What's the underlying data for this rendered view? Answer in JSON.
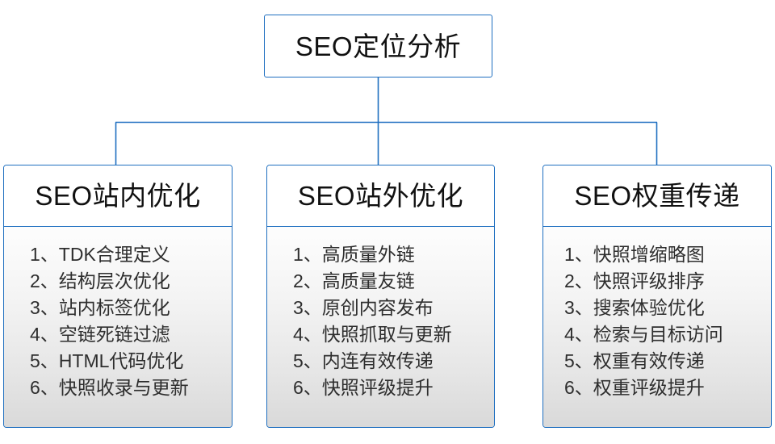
{
  "diagram": {
    "type": "org-tree",
    "accent_color": "#1f6fc0",
    "text_color": "#111111",
    "list_text_color": "#2e2e2e",
    "body_gradient_from": "#fdfdfd",
    "body_gradient_to": "#d9d9d9",
    "root": {
      "label": "SEO定位分析"
    },
    "branches": [
      {
        "header": "SEO站内优化",
        "items": [
          "1、TDK合理定义",
          "2、结构层次优化",
          "3、站内标签优化",
          "4、空链死链过滤",
          "5、HTML代码优化",
          "6、快照收录与更新"
        ]
      },
      {
        "header": "SEO站外优化",
        "items": [
          "1、高质量外链",
          "2、高质量友链",
          "3、原创内容发布",
          "4、快照抓取与更新",
          "5、内连有效传递",
          "6、快照评级提升"
        ]
      },
      {
        "header": "SEO权重传递",
        "items": [
          "1、快照增缩略图",
          "2、快照评级排序",
          "3、搜索体验优化",
          "4、检索与目标访问",
          "5、权重有效传递",
          "6、权重评级提升"
        ]
      }
    ]
  }
}
